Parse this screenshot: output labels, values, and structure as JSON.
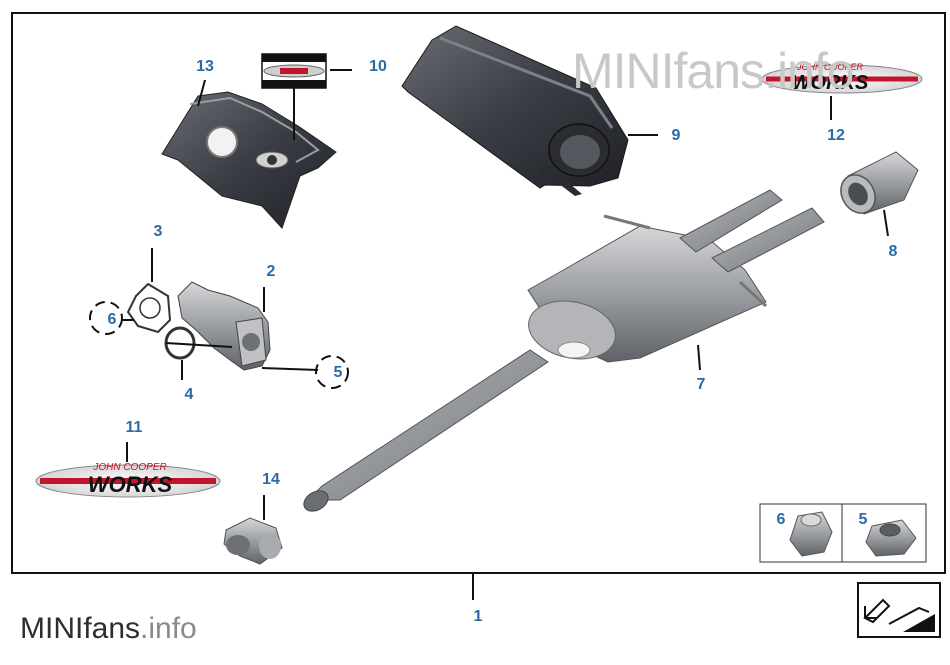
{
  "watermarks": {
    "top": "MINIfans.info",
    "bottom_main": "MINIfans",
    "bottom_suffix": ".info"
  },
  "badges": {
    "brand_top": "JOHN COOPER",
    "brand_bottom": "WORKS"
  },
  "callouts": {
    "c1": "1",
    "c2": "2",
    "c3": "3",
    "c4": "4",
    "c5": "5",
    "c6": "6",
    "c7": "7",
    "c8": "8",
    "c9": "9",
    "c10": "10",
    "c11": "11",
    "c12": "12",
    "c13": "13",
    "c14": "14",
    "inset6": "6",
    "inset5": "5"
  },
  "colors": {
    "callout": "#2a6aa6",
    "part_dark": "#3a3d44",
    "part_mid": "#8a8d92",
    "part_light": "#c9cbcd",
    "badge_red": "#c0152a"
  }
}
